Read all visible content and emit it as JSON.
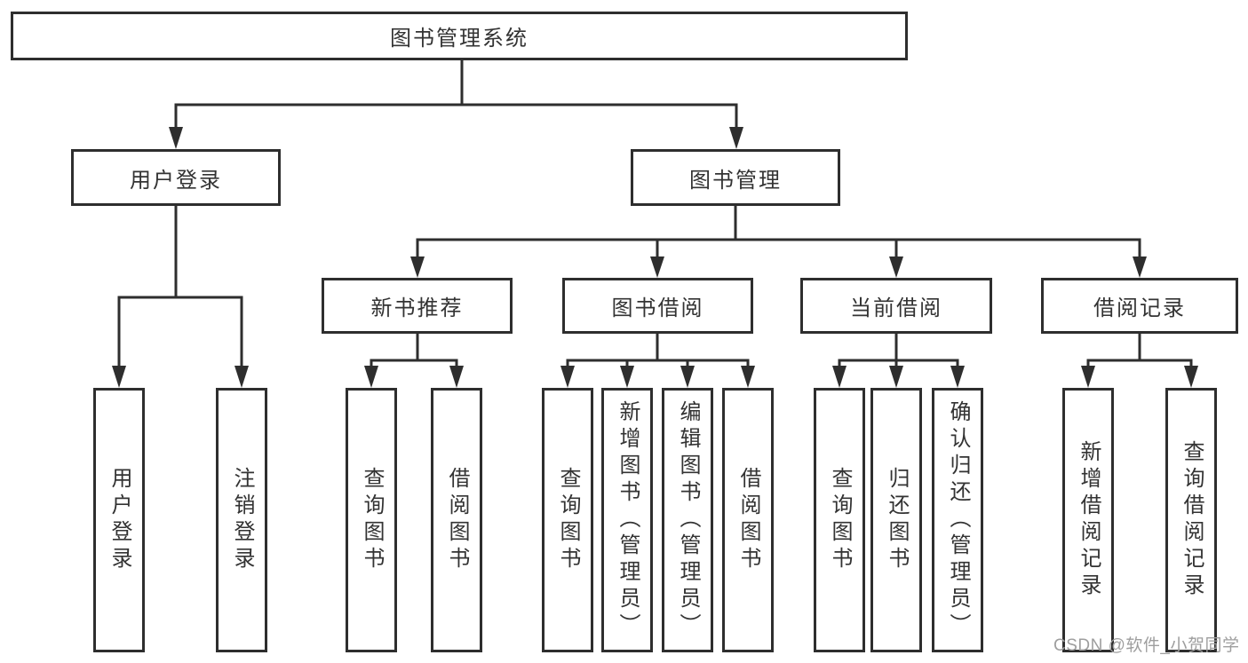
{
  "colors": {
    "line": "#2e2e2e",
    "text": "#333333",
    "watermark": "#9e9e9e",
    "background": "#ffffff"
  },
  "watermark": "CSDN @软件_小贺同学",
  "tree": {
    "root": "图书管理系统",
    "branches": [
      {
        "label": "用户登录",
        "children": [
          "用户登录",
          "注销登录"
        ]
      },
      {
        "label": "图书管理",
        "groups": [
          {
            "label": "新书推荐",
            "children": [
              "查询图书",
              "借阅图书"
            ]
          },
          {
            "label": "图书借阅",
            "children": [
              "查询图书",
              "新增图书（管理员）",
              "编辑图书（管理员）",
              "借阅图书"
            ]
          },
          {
            "label": "当前借阅",
            "children": [
              "查询图书",
              "归还图书",
              "确认归还（管理员）"
            ]
          },
          {
            "label": "借阅记录",
            "children": [
              "新增借阅记录",
              "查询借阅记录"
            ]
          }
        ]
      }
    ]
  }
}
